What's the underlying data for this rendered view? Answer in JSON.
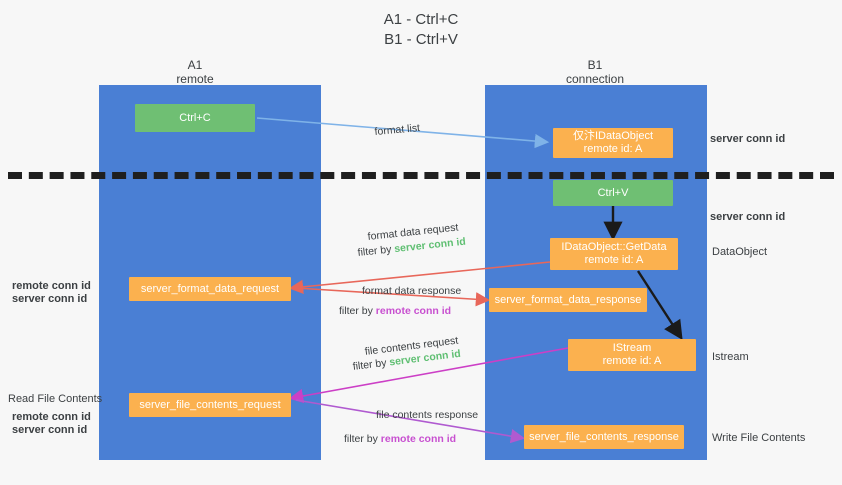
{
  "title": {
    "line1": "A1 - Ctrl+C",
    "line2": "B1 - Ctrl+V"
  },
  "lanes": [
    {
      "id": "a1",
      "name": "A1",
      "sub": "remote",
      "color": "#4a7fd4"
    },
    {
      "id": "b1",
      "name": "B1",
      "sub": "connection",
      "color": "#4a7fd4"
    }
  ],
  "nodes": {
    "ctrl_c": {
      "label": "Ctrl+C",
      "color": "#6fbf73"
    },
    "idataobject_top_l1": "仅汴IDataObject",
    "idataobject_top_l2": "remote id: A",
    "ctrl_v": {
      "label": "Ctrl+V",
      "color": "#6fbf73"
    },
    "getdata_l1": "IDataObject::GetData",
    "getdata_l2": "remote id: A",
    "istream_l1": "IStream",
    "istream_l2": "remote id: A",
    "server_format_data_request": "server_format_data_request",
    "server_format_data_response": "server_format_data_response",
    "server_file_contents_request": "server_file_contents_request",
    "server_file_contents_response": "server_file_contents_response"
  },
  "edge_labels": {
    "format_list": "format list",
    "format_data_request": "format data request",
    "format_data_request_filter_prefix": "filter by ",
    "format_data_request_filter_value": "server conn id",
    "format_data_response": "format data response",
    "format_data_response_filter_prefix": "filter by ",
    "format_data_response_filter_value": "remote conn id",
    "file_contents_request": "file contents request",
    "file_contents_request_filter_prefix": "filter by ",
    "file_contents_request_filter_value": "server conn id",
    "file_contents_response": "file contents response",
    "file_contents_response_filter_prefix": "filter by ",
    "file_contents_response_filter_value": "remote conn id"
  },
  "right_labels": {
    "server_conn_id_top": "server conn id",
    "server_conn_id_mid": "server conn id",
    "data_object": "DataObject",
    "istream": "Istream",
    "write_file_contents": "Write File Contents"
  },
  "left_labels": {
    "remote_conn_id_1": "remote conn id",
    "server_conn_id_1": "server conn id",
    "read_file_contents": "Read File Contents",
    "remote_conn_id_2": "remote conn id",
    "server_conn_id_2": "server conn id"
  },
  "colors": {
    "lane": "#4a7fd4",
    "green_node": "#6fbf73",
    "orange_node": "#fbb14f",
    "green_text": "#5fbf72",
    "magenta_text": "#c850d0",
    "arrow_blue": "#7fb3e8",
    "arrow_red": "#e8675a",
    "arrow_dark": "#1a1a1a",
    "arrow_magenta": "#cc3fc6",
    "arrow_purple": "#b05ad0",
    "background": "#f7f7f7"
  }
}
